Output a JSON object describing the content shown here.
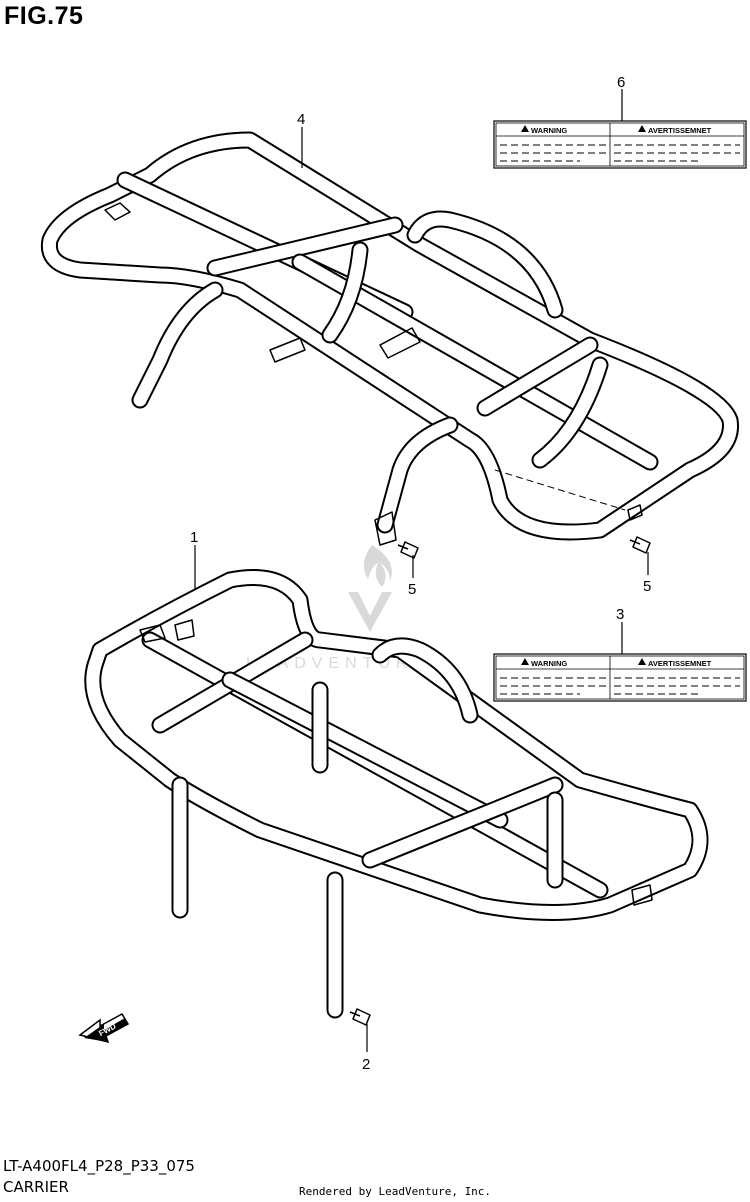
{
  "figure": {
    "title": "FIG.75",
    "code": "LT-A400FL4_P28_P33_075",
    "name": "CARRIER"
  },
  "credit": "Rendered by LeadVenture, Inc.",
  "watermark": "LEADVENTURE",
  "callouts": {
    "part_1": "1",
    "part_2": "2",
    "part_3": "3",
    "part_4": "4",
    "part_5a": "5",
    "part_5b": "5",
    "part_6": "6"
  },
  "labels": {
    "upper": {
      "left_head": "WARNING",
      "right_head": "AVERTISSEMNET"
    },
    "lower": {
      "left_head": "WARNING",
      "right_head": "AVERTISSEMNET"
    }
  },
  "fwd_arrow": "FWD",
  "colors": {
    "line": "#000000",
    "watermark": "#d9d9d9",
    "background": "#ffffff"
  }
}
